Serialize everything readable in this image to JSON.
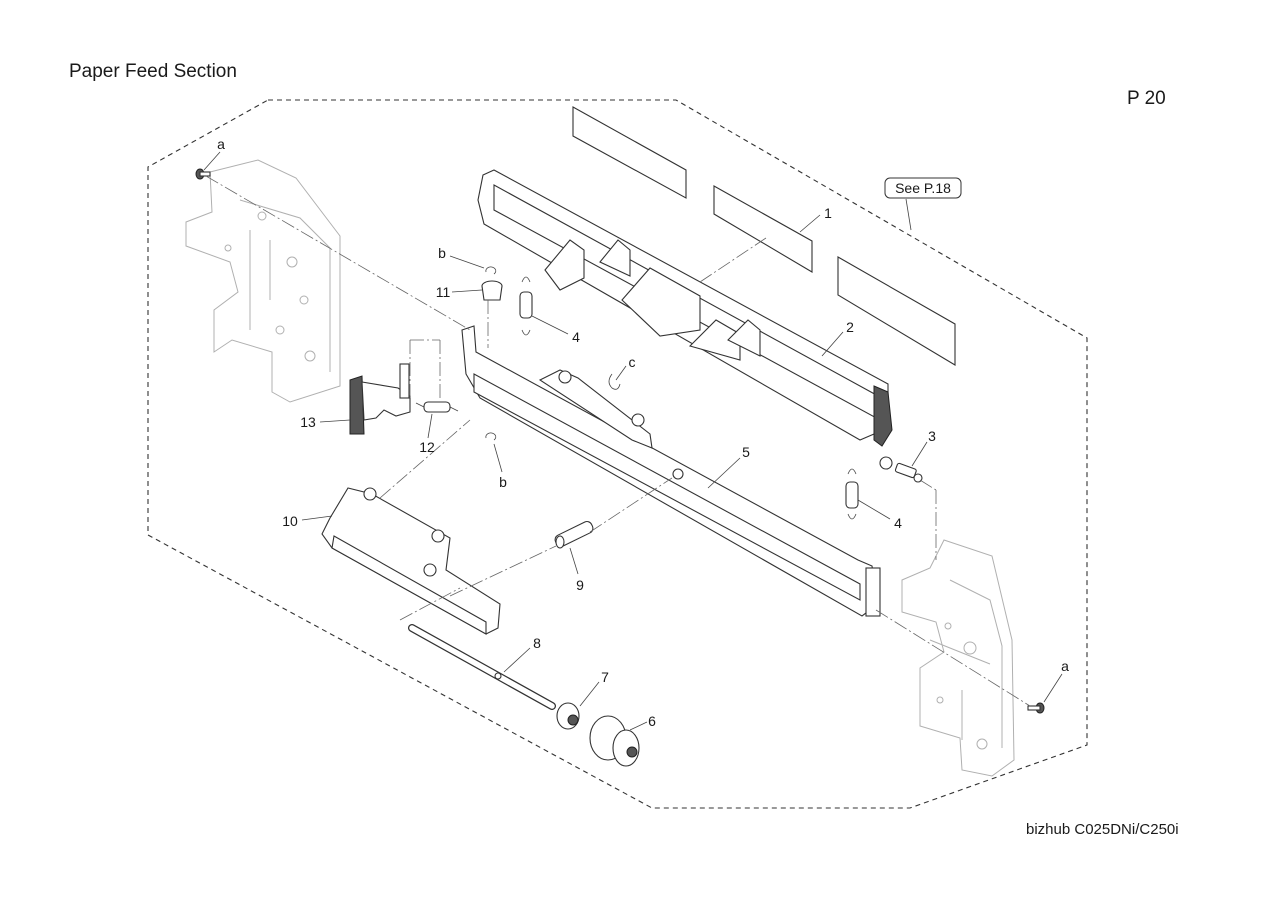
{
  "header": {
    "title": "Paper Feed Section",
    "page": "P 20"
  },
  "footer": {
    "model": "bizhub C025DNi/C250i"
  },
  "callout": {
    "reference": "See P.18"
  },
  "labels": {
    "p1": "1",
    "p2": "2",
    "p3": "3",
    "p4a": "4",
    "p4b": "4",
    "p5": "5",
    "p6": "6",
    "p7": "7",
    "p8": "8",
    "p9": "9",
    "p10": "10",
    "p11": "11",
    "p12": "12",
    "p13": "13",
    "ra1": "a",
    "ra2": "a",
    "rb1": "b",
    "rb2": "b",
    "rc": "c"
  }
}
